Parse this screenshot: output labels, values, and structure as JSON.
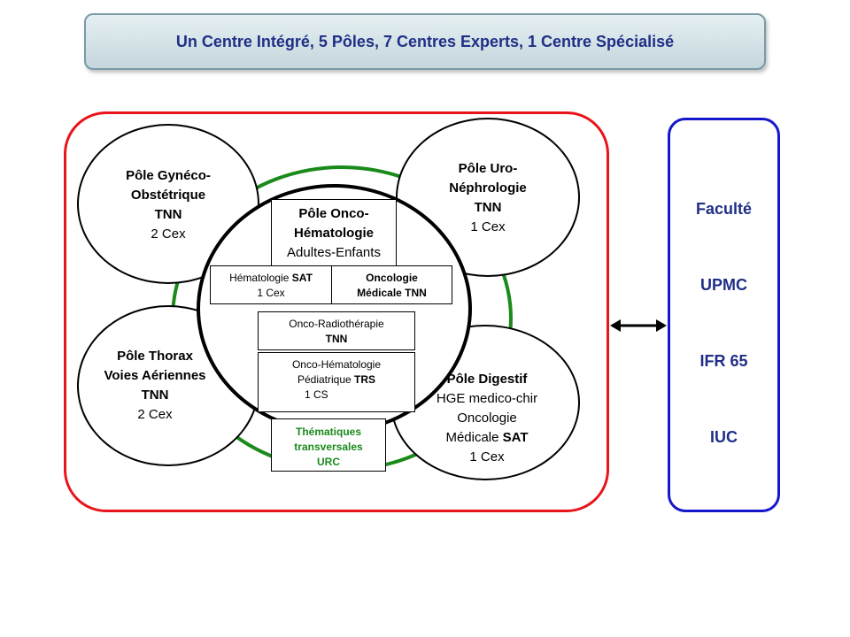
{
  "banner": {
    "title": "Un Centre Intégré, 5 Pôles, 7 Centres Experts, 1 Centre Spécialisé"
  },
  "poles": {
    "gyneco": {
      "line1": "Pôle Gynéco-",
      "line2": "Obstétrique",
      "line3": "TNN",
      "line4": "2 Cex"
    },
    "uro": {
      "line1": "Pôle Uro-",
      "line2": "Néphrologie",
      "line3": "TNN",
      "line4": "1 Cex"
    },
    "thorax": {
      "line1": "Pôle Thorax",
      "line2": "Voies Aériennes",
      "line3": "TNN",
      "line4": "2  Cex"
    },
    "digestif": {
      "line1": "Pôle Digestif",
      "line2": "HGE medico-chir",
      "line3": "Oncologie",
      "line4a": "Médicale ",
      "line4b": "SAT",
      "line5": "1 Cex"
    },
    "onco": {
      "line1": "Pôle Onco-",
      "line2": "Hématologie",
      "line3": "Adultes-Enfants"
    }
  },
  "onco_boxes": {
    "hematologie": {
      "label": "Hématologie ",
      "tag": "SAT",
      "count": "1 Cex"
    },
    "oncologie": {
      "line1": "Oncologie",
      "line2": "Médicale TNN"
    },
    "radiotherapie": {
      "line1": "Onco-Radiothérapie",
      "line2": "TNN"
    },
    "pediatrique": {
      "line1": "Onco-Hématologie",
      "line2a": "Pédiatrique ",
      "line2b": "TRS",
      "line3": "1 CS"
    }
  },
  "transversal": {
    "line1": "Thématiques",
    "line2": "transversales",
    "line3": "URC"
  },
  "partners": [
    "Faculté",
    "UPMC",
    "IFR 65",
    "IUC"
  ],
  "colors": {
    "red": "#e8141a",
    "blue": "#1616cc",
    "green": "#1a8a1a",
    "navy_text": "#1f2f86"
  }
}
